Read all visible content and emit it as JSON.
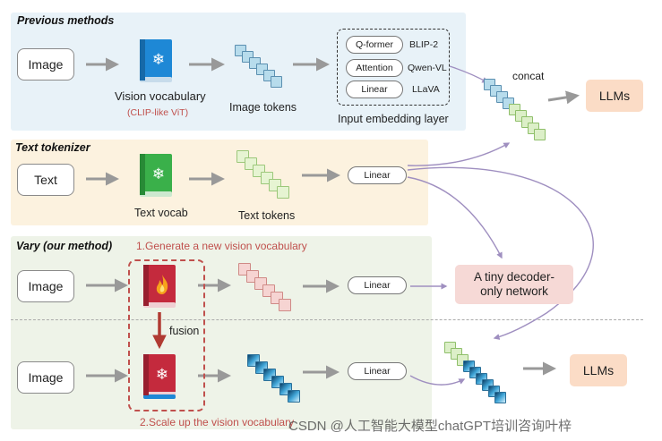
{
  "sections": {
    "previous": {
      "title": "Previous methods"
    },
    "text_tokenizer": {
      "title": "Text tokenizer"
    },
    "vary": {
      "title": "Vary (our method)"
    }
  },
  "previous": {
    "input": "Image",
    "vocab_label": "Vision vocabulary",
    "vocab_sub": "(CLIP-like ViT)",
    "tokens_label": "Image tokens",
    "embedding_layer_label": "Input embedding layer",
    "embedding_rows": [
      {
        "layer": "Q-former",
        "model": "BLIP-2"
      },
      {
        "layer": "Attention",
        "model": "Qwen-VL"
      },
      {
        "layer": "Linear",
        "model": "LLaVA"
      }
    ],
    "concat_label": "concat",
    "llm": "LLMs"
  },
  "text": {
    "input": "Text",
    "vocab_label": "Text vocab",
    "tokens_label": "Text tokens",
    "linear": "Linear"
  },
  "vary": {
    "step1": "1.Generate a new vision vocabulary",
    "input_top": "Image",
    "linear_top": "Linear",
    "decoder": "A tiny decoder-only network",
    "fusion": "fusion",
    "input_bottom": "Image",
    "linear_bottom": "Linear",
    "llm": "LLMs",
    "step2": "2.Scale up the vision vocabulary"
  },
  "watermark": "CSDN @人工智能大模型chatGPT培训咨询叶梓",
  "icons": {
    "vision_book": "snowflake-book-icon",
    "text_book": "snowflake-book-icon",
    "new_vocab_book": "flame-book-icon",
    "frozen_vocab_book": "snowflake-book-icon"
  },
  "colors": {
    "panel_previous": "#e8f2f8",
    "panel_text": "#fcf2df",
    "panel_vary": "#eef3e8",
    "book_blue": "#1e88d6",
    "book_green": "#3ab04a",
    "book_red": "#c42a3d",
    "llm_fill": "#fbdcc6",
    "decoder_fill": "#f6d9d6",
    "accent_red": "#c0504d",
    "arrow_gray": "#999999",
    "arrow_purple": "#9f8fc0"
  }
}
